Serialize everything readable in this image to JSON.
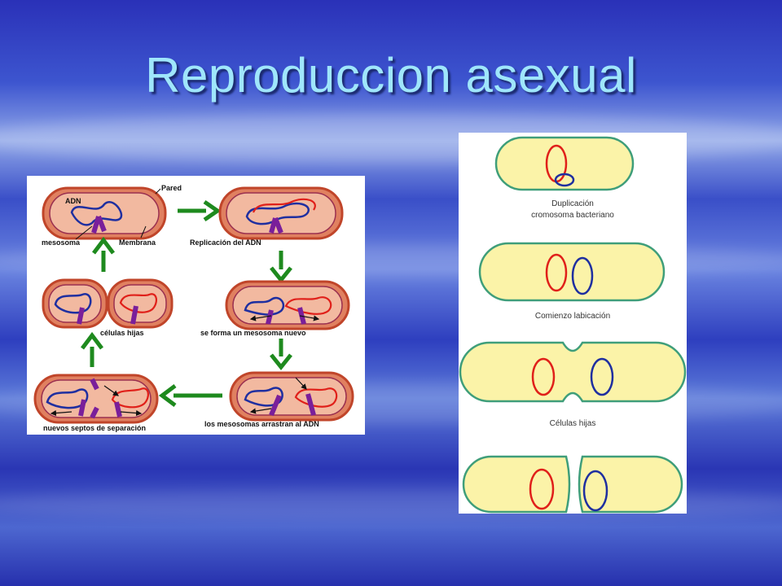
{
  "slide": {
    "title": "Reproduccion asexual"
  },
  "left_figure": {
    "labels": {
      "adn": "ADN",
      "pared": "Pared",
      "mesosoma": "mesosoma",
      "membrana": "Membrana",
      "replicacion": "Replicación del ADN",
      "nuevo_mesosoma": "se forma un mesosoma nuevo",
      "arrastran": "los mesosomas arrastran al ADN",
      "septos": "nuevos septos de separación",
      "hijas": "células hijas"
    }
  },
  "right_figure": {
    "labels": {
      "dup_line1": "Duplicación",
      "dup_line2": "cromosoma bacteriano",
      "comienzo": "Comienzo labicación",
      "hijas": "Células hijas"
    }
  },
  "colors": {
    "title": "#9fe6fb",
    "arrow": "#1e8a1e",
    "cell_fill": "#f2b9a0",
    "cell_wall": "#c0452a",
    "dna_blue": "#1f2fa0",
    "dna_red": "#e0201a",
    "mesosome": "#7a1f9a",
    "capsule_fill": "#fbf3a8",
    "capsule_border": "#3f9e7a"
  }
}
